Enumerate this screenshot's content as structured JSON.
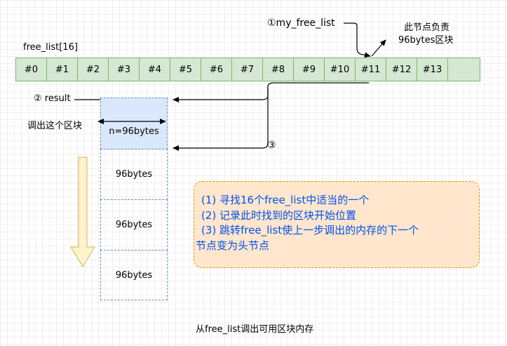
{
  "labels": {
    "array_name": "free_list[16]",
    "my_free_list": "①my_free_list",
    "responsible": [
      "此节点负责",
      "96bytes区块"
    ],
    "result": "②  result",
    "take_block": "调出这个区块",
    "step3": "③",
    "caption": "从free_list调出可用区块内存"
  },
  "cells": [
    "#0",
    "#1",
    "#2",
    "#3",
    "#4",
    "#5",
    "#6",
    "#7",
    "#8",
    "#9",
    "#10",
    "#11",
    "#12",
    "#13",
    ""
  ],
  "blocks": [
    "n=96bytes",
    "96bytes",
    "96bytes",
    "96bytes"
  ],
  "note_lines": [
    "(1)  寻找16个free_list中适当的一个",
    "(2)  记录此时找到的区块开始位置",
    "(3)  跳转free_list使上一步调出的内存的下一个",
    "节点变为头节点"
  ],
  "colors": {
    "cell_fill": "#d5e8d4",
    "cell_stroke": "#82b366",
    "block_fill": "#dae8fc",
    "block_stroke": "#6c8ebf",
    "note_fill": "#ffe6cc",
    "note_stroke": "#d79b00",
    "note_text": "#0050ef",
    "down_arrow_fill": "#fff2cc"
  }
}
